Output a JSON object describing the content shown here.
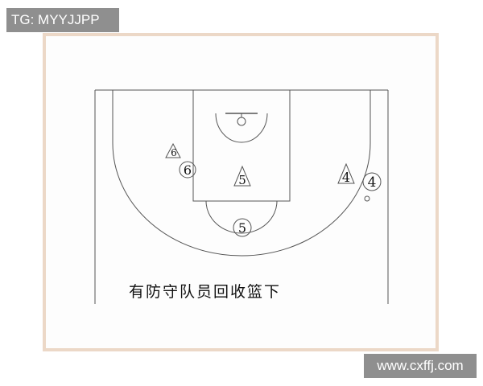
{
  "tag_top": "TG: MYYJJPP",
  "tag_bottom": "www.cxffj.com",
  "caption": "有防守队员回收篮下",
  "markers": {
    "offense_6": "6",
    "defense_6": "6",
    "offense_5": "5",
    "defense_5": "5",
    "offense_4": "4",
    "defense_4": "4"
  },
  "colors": {
    "frame_border": "#ecd8c7",
    "tag_background": "#8f8f8f",
    "court_line": "#555555"
  }
}
